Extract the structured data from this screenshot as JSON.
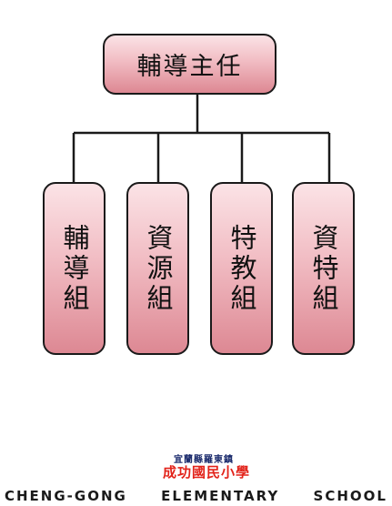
{
  "diagram": {
    "root": {
      "label": "輔導主任"
    },
    "children": [
      {
        "label": "輔導組"
      },
      {
        "label": "資源組"
      },
      {
        "label": "特教組"
      },
      {
        "label": "資特組"
      }
    ]
  },
  "footer": {
    "logo_top_text": "宜蘭縣羅東鎮",
    "logo_main_text": "成功國民小學",
    "school_name_words": [
      "CHENG-GONG",
      "ELEMENTARY",
      "SCHOOL"
    ]
  },
  "colors": {
    "box_fill": "#f1bcc3",
    "box_border": "#1a1a1a",
    "connector": "#1a1a1a"
  }
}
